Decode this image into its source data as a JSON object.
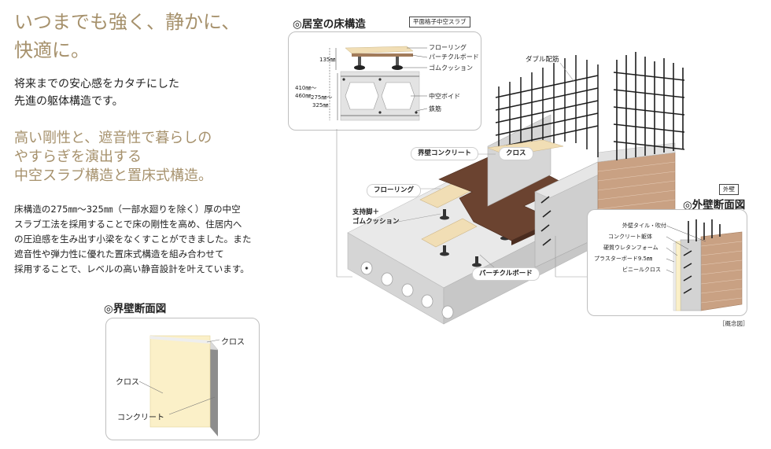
{
  "intro": {
    "headline_line1": "いつまでも強く、静かに、",
    "headline_line2": "快適に。",
    "lead_line1": "将来までの安心感をカタチにした",
    "lead_line2": "先進の躯体構造です。",
    "sub_line1": "高い剛性と、遮音性で暮らしの",
    "sub_line2": "やすらぎを演出する",
    "sub_line3": "中空スラブ構造と置床式構造。",
    "body_line1": "床構造の275㎜～325㎜（一部水廻りを除く）厚の中空",
    "body_line2": "スラブ工法を採用することで床の剛性を高め、住居内へ",
    "body_line3": "の圧迫感を生み出す小梁をなくすことができました。また",
    "body_line4": "遮音性や弾力性に優れた置床式構造を組み合わせて",
    "body_line5": "採用することで、レベルの高い静音設計を叶えています。"
  },
  "wall_section": {
    "title": "◎界壁断面図",
    "label_cross_top": "クロス",
    "label_cross_left": "クロス",
    "label_concrete": "コンクリート"
  },
  "floor_structure": {
    "title": "◎居室の床構造",
    "tag": "平面格子中空スラブ",
    "dim_135": "135㎜",
    "dim_410_460_a": "410㎜～",
    "dim_410_460_b": "460㎜",
    "dim_275_325_a": "275㎜～",
    "dim_275_325_b": "325㎜",
    "label_flooring": "フローリング",
    "label_particle": "パーチクルボード",
    "label_rubber": "ゴムクッション",
    "label_void": "中空ボイド",
    "label_rebar": "鉄筋"
  },
  "main_diagram": {
    "label_double_rebar": "ダブル配筋",
    "label_wall_concrete": "界壁コンクリート",
    "label_cross": "クロス",
    "label_flooring": "フローリング",
    "label_support_line1": "支持脚＋",
    "label_support_line2": "ゴムクッション",
    "label_particle": "パーチクルボード"
  },
  "exterior_section": {
    "tag": "外壁",
    "title": "◎外壁断面図",
    "label_tile": "外壁タイル・吹付",
    "label_concrete": "コンクリート躯体",
    "label_urethane": "硬質ウレタンフォーム",
    "label_plaster": "プラスターボード9.5㎜",
    "label_vinyl": "ビニールクロス",
    "note": "［概念図］"
  },
  "colors": {
    "accent_gold": "#a6916c",
    "floor_brown": "#6b4330",
    "plank_cream": "#f1deb5",
    "tile_brick": "#c9a183",
    "concrete": "#e3e3e3",
    "cross_cream": "#fbf0c8"
  }
}
